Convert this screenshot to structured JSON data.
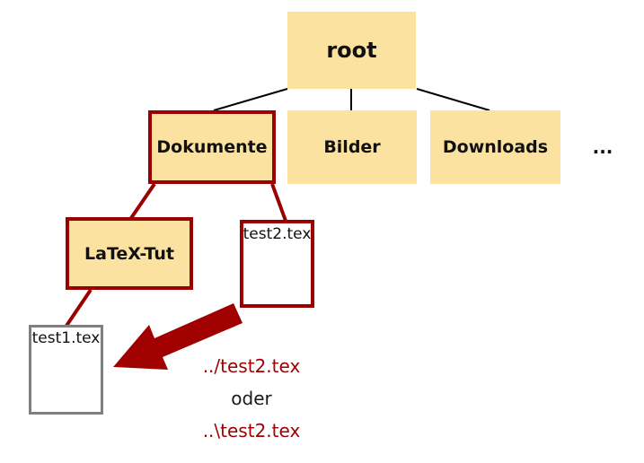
{
  "nodes": {
    "root": "root",
    "dokumente": "Dokumente",
    "bilder": "Bilder",
    "downloads": "Downloads",
    "more": "...",
    "latex_tut": "LaTeX-Tut",
    "test2": "test2.tex",
    "test1": "test1.tex"
  },
  "annotation": {
    "relative_path_slash": "../test2.tex",
    "or_word": "oder",
    "relative_path_backslash": "..\\test2.tex"
  },
  "edges": [
    {
      "from": "root",
      "to": "dokumente",
      "color": "black"
    },
    {
      "from": "root",
      "to": "bilder",
      "color": "black"
    },
    {
      "from": "root",
      "to": "downloads",
      "color": "black"
    },
    {
      "from": "dokumente",
      "to": "latex_tut",
      "color": "dark-red"
    },
    {
      "from": "dokumente",
      "to": "test2",
      "color": "dark-red"
    },
    {
      "from": "latex_tut",
      "to": "test1",
      "color": "dark-red"
    }
  ],
  "arrow": {
    "from": "test2",
    "to": "test1",
    "meaning": "relative path reference"
  },
  "colors": {
    "folder_fill": "#FBE2A0",
    "highlight_border": "#990000",
    "file_gray_border": "#7F7F7F",
    "accent_red": "#A00000",
    "edge_black": "#000000",
    "text": "#111111"
  }
}
